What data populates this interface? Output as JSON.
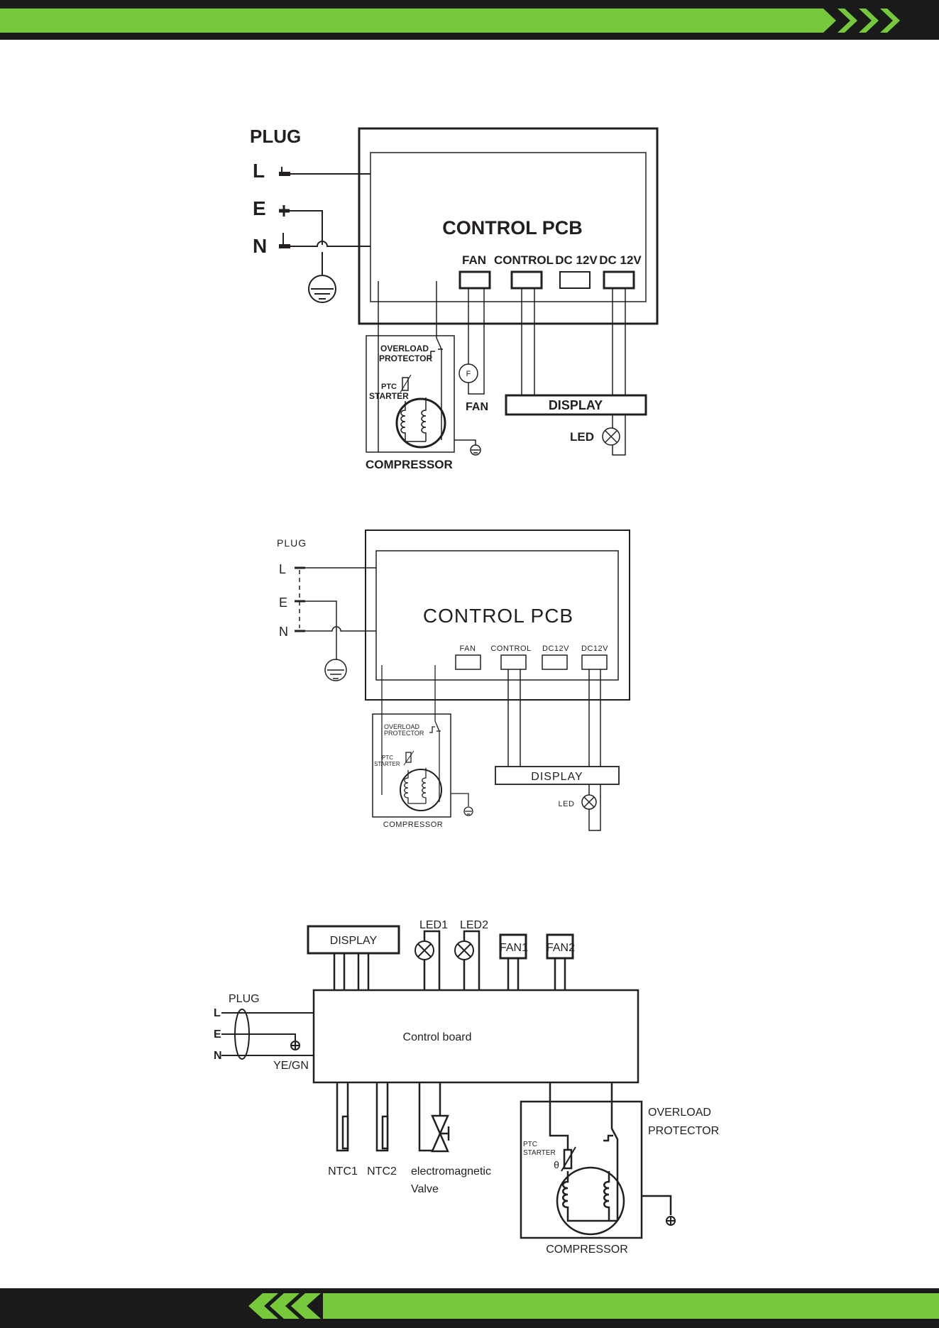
{
  "colors": {
    "ink": "#231f20",
    "brand_green": "#76c93b",
    "band_black": "#1a1a1a",
    "page": "#ffffff"
  },
  "diagram1": {
    "plug": "PLUG",
    "l": "L",
    "e": "E",
    "n": "N",
    "pcb": "CONTROL PCB",
    "fan": "FAN",
    "control": "CONTROL",
    "dc12v_a": "DC 12V",
    "dc12v_b": "DC 12V",
    "overload": "OVERLOAD",
    "protector": "PROTECTOR",
    "ptc": "PTC",
    "starter": "STARTER",
    "compressor": "COMPRESSOR",
    "fan_motor": "F",
    "fan_label": "FAN",
    "display": "DISPLAY",
    "led": "LED"
  },
  "diagram2": {
    "plug": "PLUG",
    "l": "L",
    "e": "E",
    "n": "N",
    "pcb": "CONTROL PCB",
    "fan": "FAN",
    "control": "CONTROL",
    "dc12v_a": "DC12V",
    "dc12v_b": "DC12V",
    "overload": "OVERLOAD",
    "protector": "PROTECTOR",
    "ptc": "PTC",
    "starter": "STARTER",
    "compressor": "COMPRESSOR",
    "display": "DISPLAY",
    "led": "LED"
  },
  "diagram3": {
    "display": "DISPLAY",
    "led1": "LED1",
    "led2": "LED2",
    "fan1": "FAN1",
    "fan2": "FAN2",
    "plug": "PLUG",
    "l": "L",
    "e": "E",
    "n": "N",
    "yegn": "YE/GN",
    "board": "Control board",
    "ntc1": "NTC1",
    "ntc2": "NTC2",
    "valve1": "electromagnetic",
    "valve2": "Valve",
    "overload": "OVERLOAD",
    "protector": "PROTECTOR",
    "ptc": "PTC",
    "starter": "STARTER",
    "theta": "θ",
    "compressor": "COMPRESSOR"
  },
  "icons": {
    "header_chevrons": "chevron-right-icon",
    "footer_chevrons": "chevron-left-icon",
    "ground": "ground-icon",
    "lamp": "lamp-icon",
    "valve": "solenoid-valve-icon",
    "thermistor": "ntc-thermistor-icon"
  }
}
